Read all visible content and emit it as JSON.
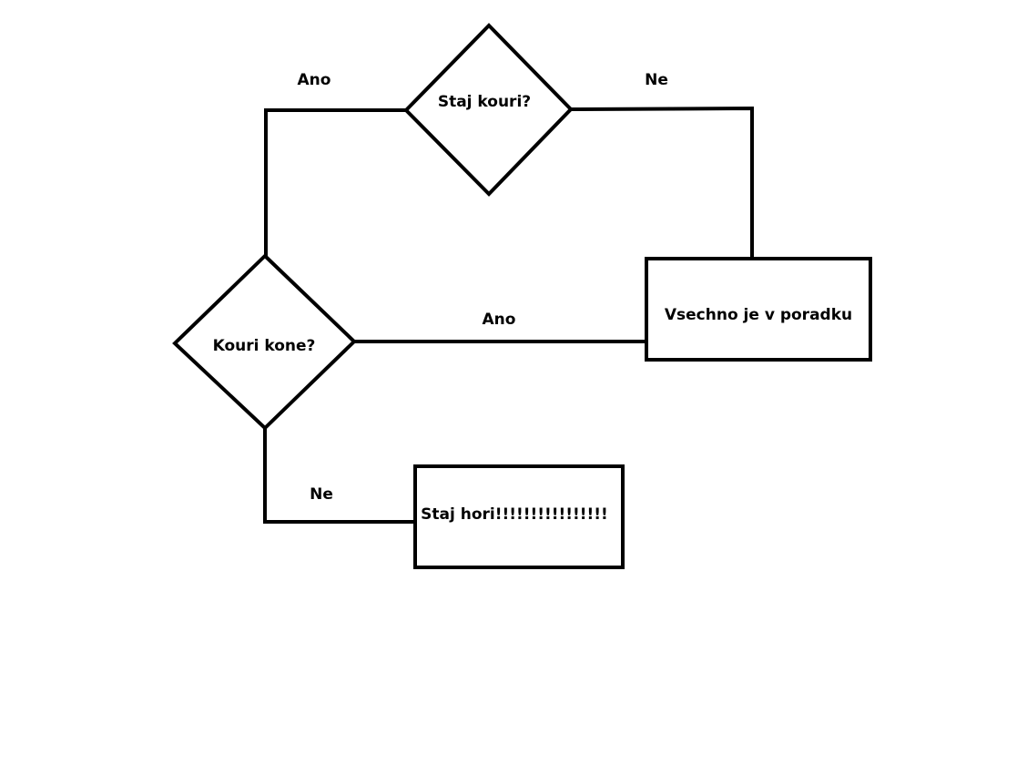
{
  "diagram": {
    "nodes": {
      "q_smoke": {
        "label": "Staj kouri?"
      },
      "q_horse": {
        "label": "Kouri kone?"
      },
      "ok": {
        "label": "Vsechno je v poradku"
      },
      "fire": {
        "label": "Staj hori!!!!!!!!!!!!!!!!"
      }
    },
    "edges": {
      "smoke_yes": {
        "label": "Ano"
      },
      "smoke_no": {
        "label": "Ne"
      },
      "horse_yes": {
        "label": "Ano"
      },
      "horse_no": {
        "label": "Ne"
      }
    }
  }
}
